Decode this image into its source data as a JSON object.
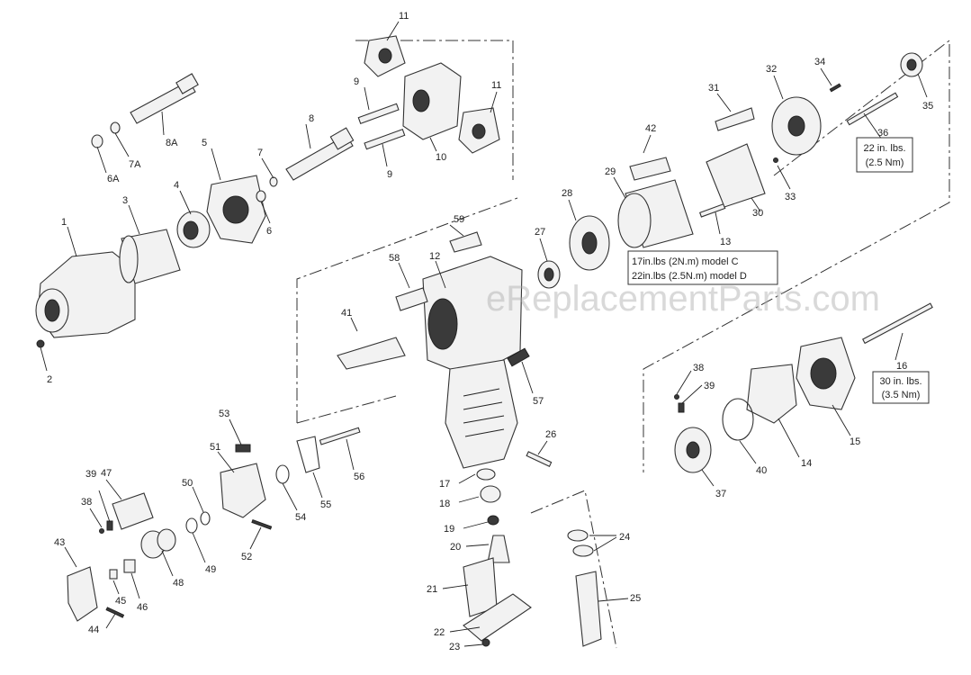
{
  "parts": [
    {
      "label": "1"
    },
    {
      "label": "2"
    },
    {
      "label": "3"
    },
    {
      "label": "4"
    },
    {
      "label": "5"
    },
    {
      "label": "6"
    },
    {
      "label": "6A"
    },
    {
      "label": "7"
    },
    {
      "label": "7A"
    },
    {
      "label": "8"
    },
    {
      "label": "8A"
    },
    {
      "label": "9"
    },
    {
      "label": "9"
    },
    {
      "label": "10"
    },
    {
      "label": "11"
    },
    {
      "label": "11"
    },
    {
      "label": "12"
    },
    {
      "label": "13"
    },
    {
      "label": "14"
    },
    {
      "label": "15"
    },
    {
      "label": "16"
    },
    {
      "label": "17"
    },
    {
      "label": "18"
    },
    {
      "label": "19"
    },
    {
      "label": "20"
    },
    {
      "label": "21"
    },
    {
      "label": "22"
    },
    {
      "label": "23"
    },
    {
      "label": "24"
    },
    {
      "label": "25"
    },
    {
      "label": "26"
    },
    {
      "label": "27"
    },
    {
      "label": "28"
    },
    {
      "label": "29"
    },
    {
      "label": "30"
    },
    {
      "label": "31"
    },
    {
      "label": "32"
    },
    {
      "label": "33"
    },
    {
      "label": "34"
    },
    {
      "label": "35"
    },
    {
      "label": "36"
    },
    {
      "label": "37"
    },
    {
      "label": "38"
    },
    {
      "label": "39"
    },
    {
      "label": "38"
    },
    {
      "label": "39"
    },
    {
      "label": "40"
    },
    {
      "label": "41"
    },
    {
      "label": "42"
    },
    {
      "label": "43"
    },
    {
      "label": "44"
    },
    {
      "label": "45"
    },
    {
      "label": "46"
    },
    {
      "label": "47"
    },
    {
      "label": "48"
    },
    {
      "label": "49"
    },
    {
      "label": "50"
    },
    {
      "label": "51"
    },
    {
      "label": "52"
    },
    {
      "label": "53"
    },
    {
      "label": "54"
    },
    {
      "label": "55"
    },
    {
      "label": "56"
    },
    {
      "label": "57"
    },
    {
      "label": "58"
    },
    {
      "label": "59"
    }
  ],
  "torque_notes": {
    "note_36": {
      "line1": "22 in. lbs.",
      "line2": "(2.5 Nm)"
    },
    "note_13": {
      "line1": "17in.lbs (2N.m) model C",
      "line2": "22in.lbs (2.5N.m) model D"
    },
    "note_16": {
      "line1": "30 in. lbs.",
      "line2": "(3.5 Nm)"
    }
  },
  "watermark": "eReplacementParts.com"
}
